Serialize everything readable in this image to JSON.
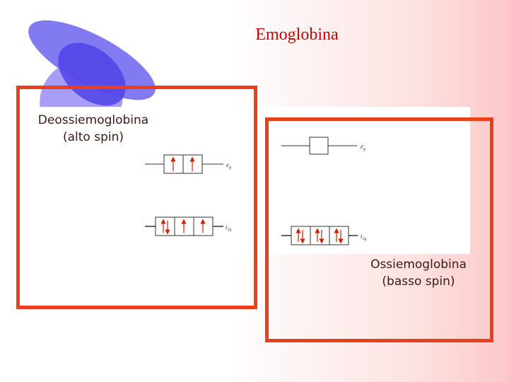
{
  "slide": {
    "title": "Emoglobina",
    "high_spin": {
      "name": "Deossiemoglobina",
      "spin": "(alto spin)"
    },
    "low_spin": {
      "name": "Ossiemoglobina",
      "spin": "(basso spin)"
    }
  },
  "orbitals": {
    "eg": "e",
    "eg_sub": "g",
    "t2g": "t",
    "t2g_sub": "2g"
  },
  "colors": {
    "title": "#cc0000",
    "frame": "#e8401c",
    "arrow": "#cc2200"
  }
}
